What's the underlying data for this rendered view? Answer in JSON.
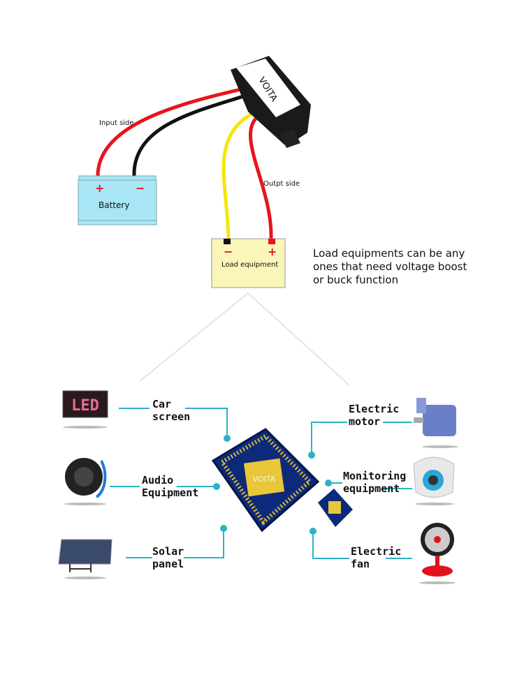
{
  "top_diagram": {
    "module_brand": "VOITA",
    "input_label": "Input side",
    "output_label": "Outpt side",
    "battery_label": "Battery",
    "battery_plus": "+",
    "battery_minus": "−",
    "load_label": "Load equipment",
    "load_plus": "+",
    "load_minus": "−",
    "note_lines": [
      "Load equipments can be any",
      "ones that need voltage boost",
      "or buck function"
    ]
  },
  "applications": {
    "accent_color": "#2bb3c4",
    "chip_brand": "VOITA",
    "led_sign_text": "LED",
    "left": [
      {
        "line1": "Car",
        "line2": "screen",
        "icon": "led-screen-icon"
      },
      {
        "line1": "Audio",
        "line2": "Equipment",
        "icon": "speaker-icon"
      },
      {
        "line1": "Solar",
        "line2": "panel",
        "icon": "solar-panel-icon"
      }
    ],
    "right": [
      {
        "line1": "Electric",
        "line2": "motor",
        "icon": "motor-icon"
      },
      {
        "line1": "Monitoring",
        "line2": "equipment",
        "icon": "camera-icon"
      },
      {
        "line1": "Electric",
        "line2": "fan",
        "icon": "fan-icon"
      }
    ]
  }
}
